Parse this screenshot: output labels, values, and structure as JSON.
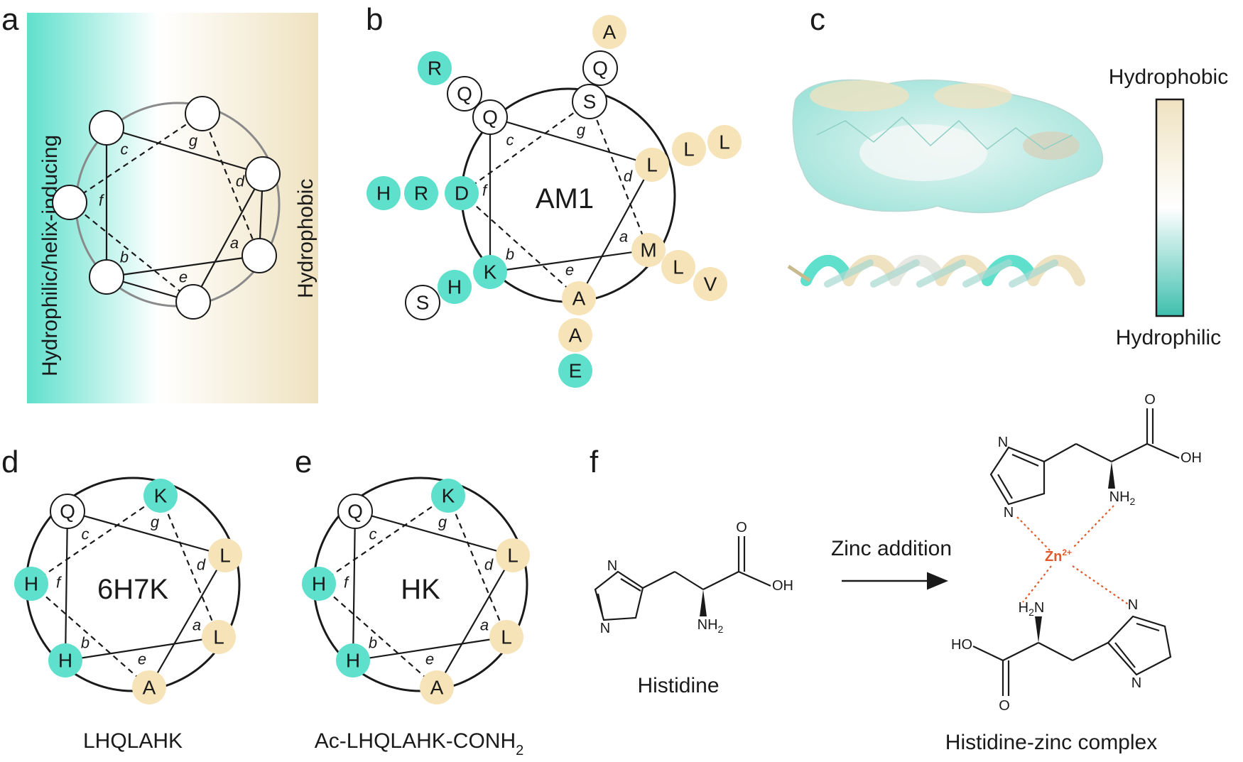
{
  "colors": {
    "hydrophilic": "#5fe0cc",
    "hydrophobic": "#f6e4b8",
    "neutral": "#ffffff",
    "zinc": "#e05a2b",
    "ink": "#1a1a1a"
  },
  "panels": {
    "a": {
      "letter": "a",
      "left_label": "Hydrophilic/helix-inducing",
      "right_label": "Hydrophobic",
      "positions": [
        "a",
        "b",
        "c",
        "d",
        "e",
        "f",
        "g"
      ]
    },
    "b": {
      "letter": "b",
      "center_label": "AM1",
      "positions": [
        "a",
        "b",
        "c",
        "d",
        "e",
        "f",
        "g"
      ],
      "residues": [
        {
          "id": "Q",
          "label": "Q",
          "type": "neutral"
        },
        {
          "id": "S",
          "label": "S",
          "type": "neutral"
        },
        {
          "id": "L",
          "label": "L",
          "type": "hydrophobic"
        },
        {
          "id": "M",
          "label": "M",
          "type": "hydrophobic"
        },
        {
          "id": "A",
          "label": "A",
          "type": "hydrophobic"
        },
        {
          "id": "K",
          "label": "K",
          "type": "hydrophilic"
        },
        {
          "id": "D",
          "label": "D",
          "type": "hydrophilic"
        },
        {
          "id": "R1",
          "label": "R",
          "type": "hydrophilic"
        },
        {
          "id": "Q2",
          "label": "Q",
          "type": "neutral"
        },
        {
          "id": "Q3",
          "label": "Q",
          "type": "neutral"
        },
        {
          "id": "A2",
          "label": "A",
          "type": "hydrophobic"
        },
        {
          "id": "L2",
          "label": "L",
          "type": "hydrophobic"
        },
        {
          "id": "L3",
          "label": "L",
          "type": "hydrophobic"
        },
        {
          "id": "R2",
          "label": "R",
          "type": "hydrophilic"
        },
        {
          "id": "H1",
          "label": "H",
          "type": "hydrophilic"
        },
        {
          "id": "L4",
          "label": "L",
          "type": "hydrophobic"
        },
        {
          "id": "V",
          "label": "V",
          "type": "hydrophobic"
        },
        {
          "id": "H2",
          "label": "H",
          "type": "hydrophilic"
        },
        {
          "id": "S2",
          "label": "S",
          "type": "neutral"
        },
        {
          "id": "A3",
          "label": "A",
          "type": "hydrophobic"
        },
        {
          "id": "E",
          "label": "E",
          "type": "hydrophilic"
        }
      ]
    },
    "c": {
      "letter": "c",
      "scale_top": "Hydrophobic",
      "scale_bottom": "Hydrophilic"
    },
    "d": {
      "letter": "d",
      "center_label": "6H7K",
      "caption": "LHQLAHK",
      "positions": [
        "a",
        "b",
        "c",
        "d",
        "e",
        "f",
        "g"
      ],
      "residues": [
        {
          "label": "Q",
          "type": "neutral"
        },
        {
          "label": "K",
          "type": "hydrophilic"
        },
        {
          "label": "L",
          "type": "hydrophobic"
        },
        {
          "label": "L",
          "type": "hydrophobic"
        },
        {
          "label": "A",
          "type": "hydrophobic"
        },
        {
          "label": "H",
          "type": "hydrophilic"
        },
        {
          "label": "H",
          "type": "hydrophilic"
        }
      ]
    },
    "e": {
      "letter": "e",
      "center_label": "HK",
      "caption_main": "Ac-LHQLAHK-CONH",
      "caption_sub": "2",
      "positions": [
        "a",
        "b",
        "c",
        "d",
        "e",
        "f",
        "g"
      ],
      "residues": [
        {
          "label": "Q",
          "type": "neutral"
        },
        {
          "label": "K",
          "type": "hydrophilic"
        },
        {
          "label": "L",
          "type": "hydrophobic"
        },
        {
          "label": "L",
          "type": "hydrophobic"
        },
        {
          "label": "A",
          "type": "hydrophobic"
        },
        {
          "label": "H",
          "type": "hydrophilic"
        },
        {
          "label": "H",
          "type": "hydrophilic"
        }
      ]
    },
    "f": {
      "letter": "f",
      "arrow_label": "Zinc addition",
      "left_caption": "Histidine",
      "right_caption": "Histidine-zinc complex",
      "atoms": {
        "N": "N",
        "O": "O",
        "OH": "OH",
        "HO": "HO",
        "NH": "NH",
        "H": "H",
        "sub2": "2",
        "Zn": "Zn",
        "charge": "2+"
      }
    }
  }
}
